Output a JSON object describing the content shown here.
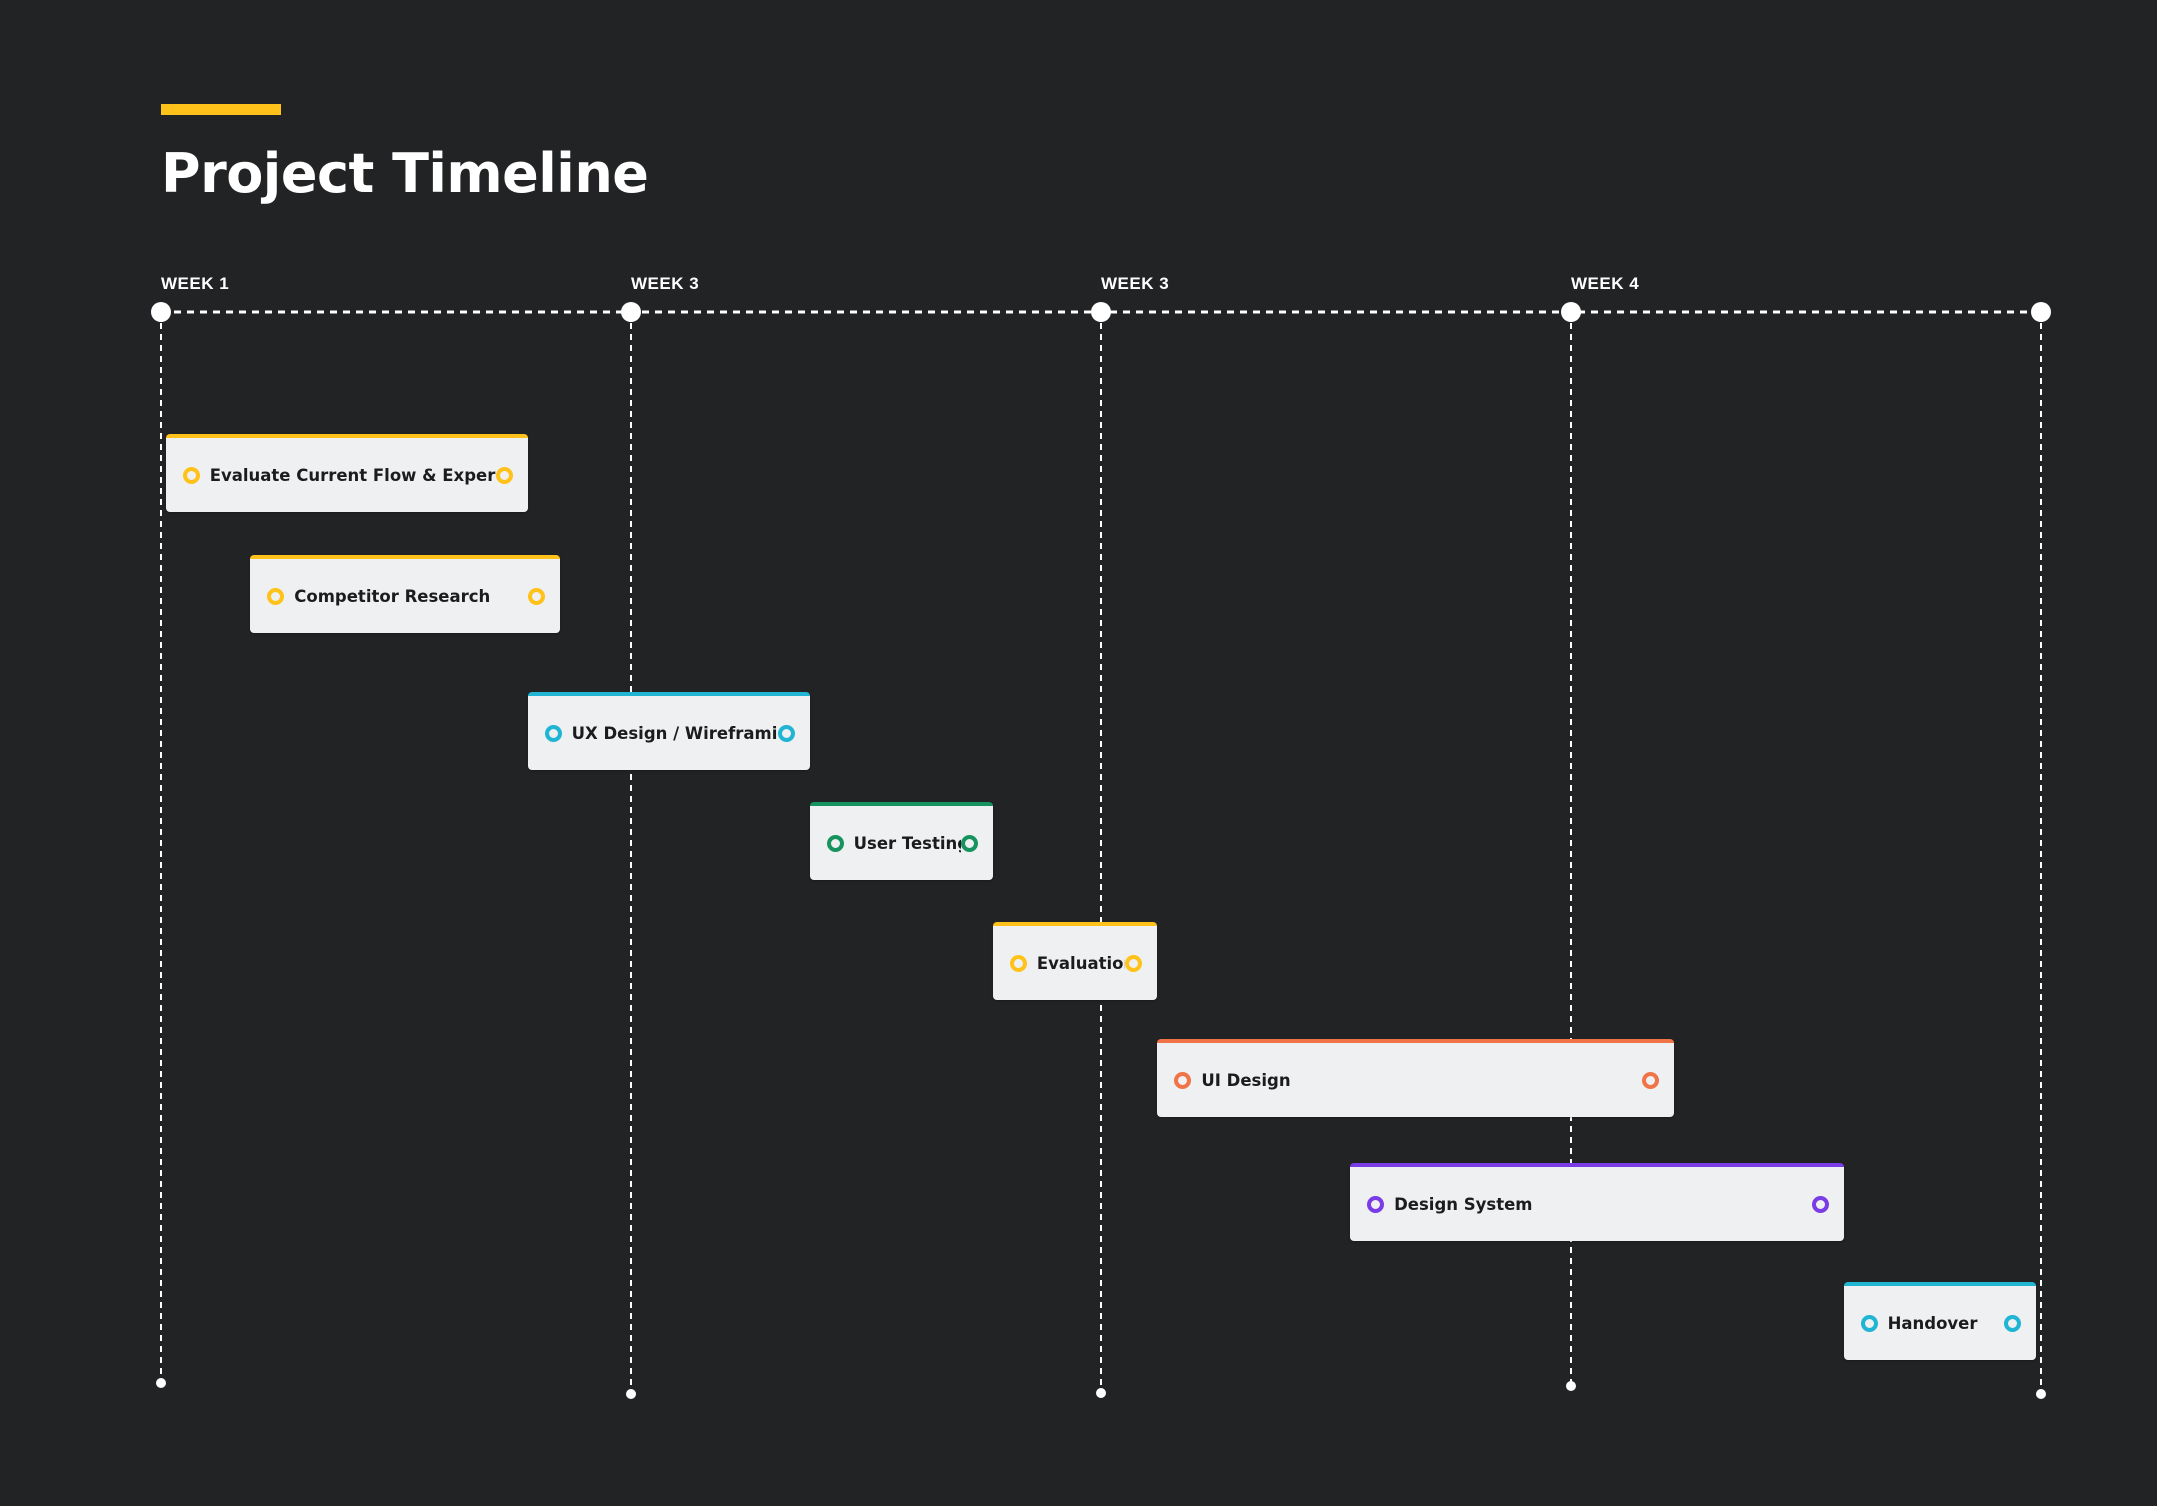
{
  "page": {
    "title": "Project Timeline"
  },
  "colors": {
    "background": "#222325",
    "accent": "#FFC21A",
    "card": "#EFF0F2",
    "yellow": "#FFC21A",
    "cyan": "#1FB5D3",
    "green": "#16935F",
    "orange": "#F07447",
    "purple": "#7A3CE6"
  },
  "chart_data": {
    "type": "gantt",
    "title": "Project Timeline",
    "xlim": [
      0,
      4
    ],
    "milestones": [
      {
        "label": "WEEK 1"
      },
      {
        "label": "WEEK 3"
      },
      {
        "label": "WEEK 3"
      },
      {
        "label": "WEEK 4"
      },
      {
        "label": ""
      }
    ],
    "tasks": [
      {
        "name": "Evaluate Current Flow & Experience",
        "start": 0.01,
        "end": 0.78,
        "color": "#FFC21A"
      },
      {
        "name": "Competitor Research",
        "start": 0.19,
        "end": 0.85,
        "color": "#FFC21A"
      },
      {
        "name": "UX Design / Wireframing",
        "start": 0.78,
        "end": 1.38,
        "color": "#1FB5D3"
      },
      {
        "name": "User Testing",
        "start": 1.38,
        "end": 1.77,
        "color": "#16935F"
      },
      {
        "name": "Evaluation",
        "start": 1.77,
        "end": 2.12,
        "color": "#FFC21A"
      },
      {
        "name": "UI Design",
        "start": 2.12,
        "end": 3.22,
        "color": "#F07447"
      },
      {
        "name": "Design System",
        "start": 2.53,
        "end": 3.58,
        "color": "#7A3CE6"
      },
      {
        "name": "Handover",
        "start": 3.58,
        "end": 3.99,
        "color": "#1FB5D3"
      }
    ]
  }
}
